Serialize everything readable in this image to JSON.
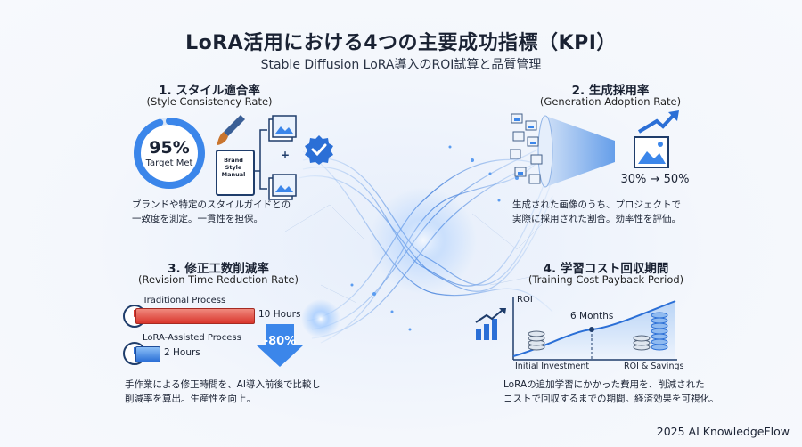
{
  "header": {
    "title": "LoRA活用における4つの主要成功指標（KPI）",
    "subtitle": "Stable Diffusion LoRA導入のROI試算と品質管理"
  },
  "kpi1": {
    "heading": "1. スタイル適合率",
    "sub": "(Style Consistency Rate)",
    "gauge_value": "95%",
    "gauge_label": "Target Met",
    "gauge_fraction": 0.95,
    "manual_label": "Brand Style Manual",
    "desc_line1": "ブランドや特定のスタイルガイドとの",
    "desc_line2": "一致度を測定。一貫性を担保。"
  },
  "kpi2": {
    "heading": "2. 生成採用率",
    "sub": "(Generation Adoption Rate)",
    "rate_change": "30% → 50%",
    "desc_line1": "生成された画像のうち、プロジェクトで",
    "desc_line2": "実際に採用された割合。効率性を評価。"
  },
  "kpi3": {
    "heading": "3. 修正工数削減率",
    "sub": "(Revision Time Reduction Rate)",
    "traditional_label": "Traditional Process",
    "traditional_value": "10 Hours",
    "lora_label": "LoRA-Assisted Process",
    "lora_value": "2 Hours",
    "reduction": "-80%",
    "traditional_hours": 10,
    "lora_hours": 2,
    "desc_line1": "手作業による修正時間を、AI導入前後で比較し",
    "desc_line2": "削減率を算出。生産性を向上。"
  },
  "kpi4": {
    "heading": "4. 学習コスト回収期間",
    "sub": "(Training Cost Payback Period)",
    "y_label": "ROI",
    "payback": "6 Months",
    "x_start": "Initial Investment",
    "x_end": "ROI & Savings",
    "desc_line1": "LoRAの追加学習にかかった費用を、削減された",
    "desc_line2": "コストで回収するまでの期間。経済効果を可視化。"
  },
  "footer": {
    "credit": "2025 AI KnowledgeFlow"
  },
  "colors": {
    "accent": "#2b6fd6",
    "red": "#d9352c",
    "dark": "#1a2233"
  }
}
